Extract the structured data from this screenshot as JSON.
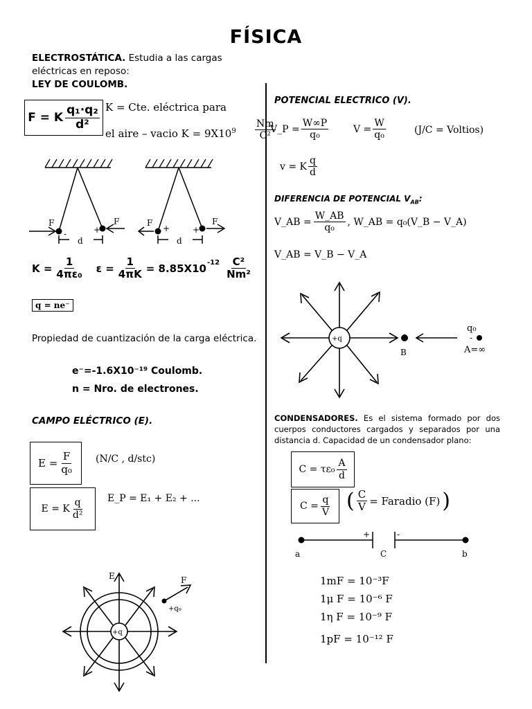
{
  "title": "FÍSICA",
  "left": {
    "electro_heading": "ELECTROSTÁTICA.",
    "electro_text_1": " Estudia a las cargas",
    "electro_text_2": "eléctricas en reposo:",
    "coulomb_heading": "LEY DE COULOMB.",
    "coulomb_formula": {
      "lhs": "F = K",
      "num": "q₁·q₂",
      "den": "d²"
    },
    "k_text_1": "K = Cte. eléctrica para",
    "k_text_2": "el aire – vacio  K = 9X10",
    "k_exp": "9",
    "k_unit_num": "Nm",
    "k_unit_den": "C²",
    "diagram_labels": {
      "F": "F",
      "d": "d",
      "plus": "+",
      "minus": "-"
    },
    "k_formula": {
      "k": "K =",
      "one": "1",
      "k_den": "4πε₀",
      "eps": "ε =",
      "eps_den": "4πK",
      "val": "= 8.85X10",
      "exp": "-12",
      "unit_num": "C²",
      "unit_den": "Nm²"
    },
    "q_formula": "q = ne⁻",
    "quant_text": "Propiedad de cuantización de la carga eléctrica.",
    "electron_charge": "e⁻=-1.6X10⁻¹⁹ Coulomb.",
    "n_def": "n = Nro. de electrones.",
    "field_heading": "CAMPO ELÉCTRICO (E).",
    "field_f1": {
      "lhs": "E =",
      "num": "F",
      "den": "q₀"
    },
    "field_units": "(N/C ,  d/stc)",
    "field_f2": {
      "lhs": "E = K",
      "num": "q",
      "den": "d²"
    },
    "field_sum": "E_P = E₁ + E₂ + ...",
    "field_diag": {
      "E": "E",
      "F": "F",
      "q": "+q",
      "q0": "+q₀"
    }
  },
  "right": {
    "pot_heading": "POTENCIAL ELECTRICO (V).",
    "pot_f1": {
      "lhs": "V_P =",
      "num": "W∞P",
      "den": "q₀"
    },
    "pot_f2": {
      "lhs": "V =",
      "num": "W",
      "den": "q₀"
    },
    "pot_unit": "(J/C = Voltios)",
    "pot_f3": {
      "lhs": "v = K",
      "num": "q",
      "den": "d"
    },
    "diff_heading": "DIFERENCIA DE POTENCIAL V",
    "diff_sub": "AB",
    "diff_colon": ":",
    "diff_f1": {
      "lhs": "V_AB =",
      "num": "W_AB",
      "den": "q₀",
      "rhs": ", W_AB = q₀(V_B − V_A)"
    },
    "diff_f2": "V_AB = V_B − V_A",
    "diag": {
      "q": "+q",
      "B": "B",
      "q0": "q₀",
      "A": "A=∞"
    },
    "cond_heading": "CONDENSADORES.",
    "cond_text": " Es el sistema formado por dos cuerpos conductores cargados y separados por una distancia d. Capacidad de un condensador plano:",
    "cond_f1": {
      "lhs": "C = τε₀",
      "num": "A",
      "den": "d"
    },
    "cond_f2": {
      "lhs": "C =",
      "num": "q",
      "den": "V"
    },
    "cond_unit": {
      "num": "C",
      "den": "V",
      "rhs": "= Faradio (F)"
    },
    "cap_labels": {
      "a": "a",
      "b": "b",
      "C": "C",
      "plus": "+",
      "minus": "-"
    },
    "units": [
      "1mF = 10⁻³F",
      "1μ F = 10⁻⁶ F",
      "1η F = 10⁻⁹ F",
      "1pF = 10⁻¹² F"
    ]
  }
}
